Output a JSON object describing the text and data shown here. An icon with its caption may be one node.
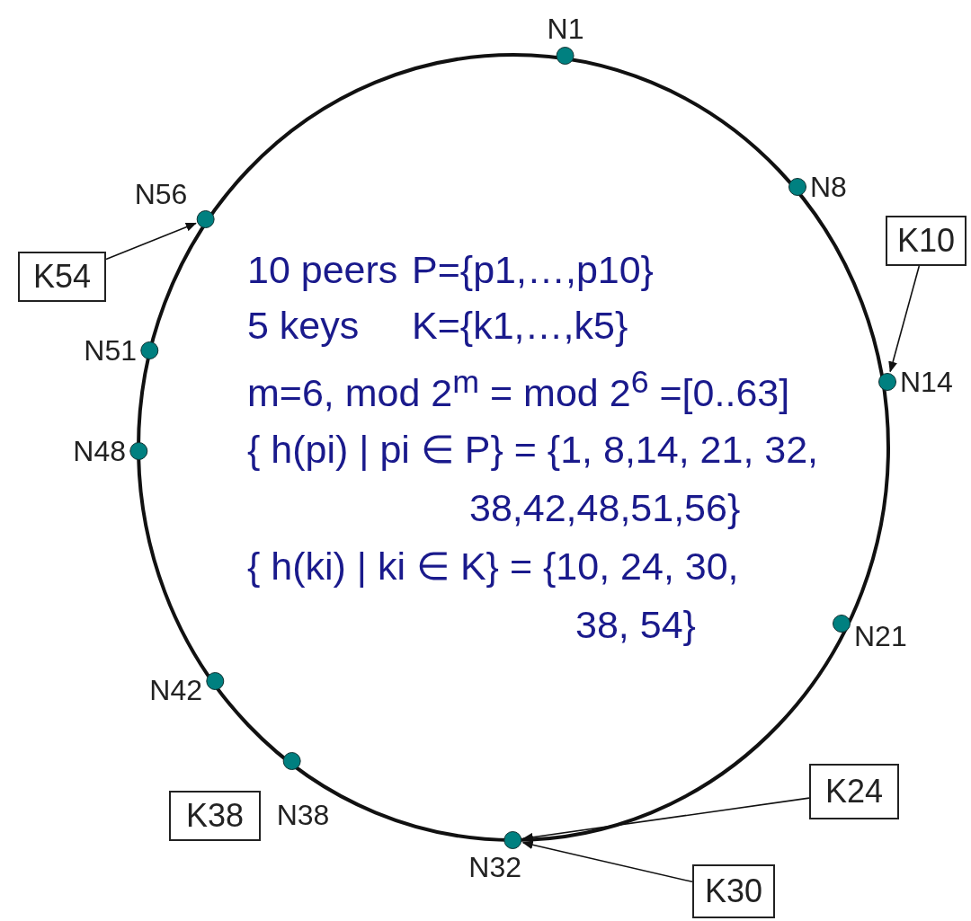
{
  "diagram": {
    "nodes": [
      {
        "text": [
          "N1"
        ]
      },
      {
        "text": [
          "N8"
        ]
      },
      {
        "text": [
          "K10"
        ]
      },
      {
        "text": [
          "N14"
        ]
      },
      {
        "text": [
          "N21"
        ]
      },
      {
        "text": [
          "K24"
        ]
      },
      {
        "text": [
          "K30"
        ]
      },
      {
        "text": [
          "N32"
        ]
      },
      {
        "text": [
          "K38"
        ]
      },
      {
        "text": [
          "N38"
        ]
      },
      {
        "text": [
          "N42"
        ]
      },
      {
        "text": [
          "N48"
        ]
      },
      {
        "text": [
          "N51"
        ]
      },
      {
        "text": [
          "K54"
        ]
      },
      {
        "text": [
          "N56"
        ]
      }
    ],
    "edges": [
      {
        "from": 13,
        "to": 14,
        "arrow": "to"
      },
      {
        "from": 2,
        "to": 3,
        "arrow": "to"
      },
      {
        "from": 5,
        "to": 7,
        "arrow": "to"
      },
      {
        "from": 6,
        "to": 7,
        "arrow": "to"
      }
    ],
    "labels": [
      "10 peers",
      "P={p1,…,p10}",
      "5 keys",
      "K={k1,…,k5}",
      "m=6, mod 2$^{m}$ = mod 2$^{6}$ =[0..63]",
      "{ h(pi) | pi ∈ P} = {1, 8,14, 21, 32, 38,42,48,51,56}",
      "{ h(ki) | ki ∈ K} = {10, 24, 30, 38, 54}"
    ]
  }
}
